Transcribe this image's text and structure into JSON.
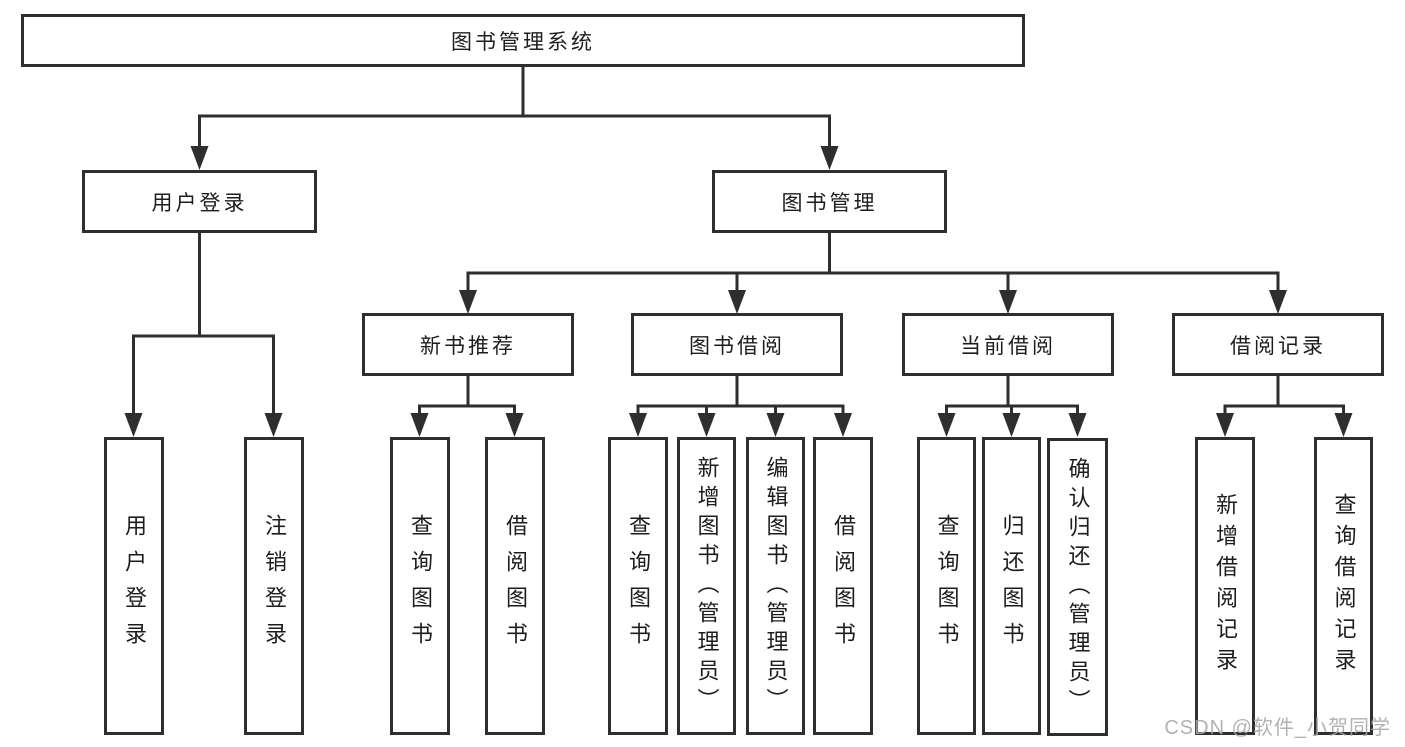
{
  "tree": {
    "root": {
      "label": "图书管理系统"
    },
    "children": [
      {
        "label": "用户登录",
        "children": [
          {
            "label": "用户登录"
          },
          {
            "label": "注销登录"
          }
        ]
      },
      {
        "label": "图书管理",
        "children": [
          {
            "label": "新书推荐",
            "children": [
              {
                "label": "查询图书"
              },
              {
                "label": "借阅图书"
              }
            ]
          },
          {
            "label": "图书借阅",
            "children": [
              {
                "label": "查询图书"
              },
              {
                "label": "新增图书（管理员）"
              },
              {
                "label": "编辑图书（管理员）"
              },
              {
                "label": "借阅图书"
              }
            ]
          },
          {
            "label": "当前借阅",
            "children": [
              {
                "label": "查询图书"
              },
              {
                "label": "归还图书"
              },
              {
                "label": "确认归还（管理员）"
              }
            ]
          },
          {
            "label": "借阅记录",
            "children": [
              {
                "label": "新增借阅记录"
              },
              {
                "label": "查询借阅记录"
              }
            ]
          }
        ]
      }
    ]
  },
  "watermark": "CSDN @软件_小贺同学",
  "colors": {
    "line": "#2e2e2e",
    "text": "#1d1d1d",
    "background": "#ffffff",
    "watermark": "#aaaaaa"
  }
}
